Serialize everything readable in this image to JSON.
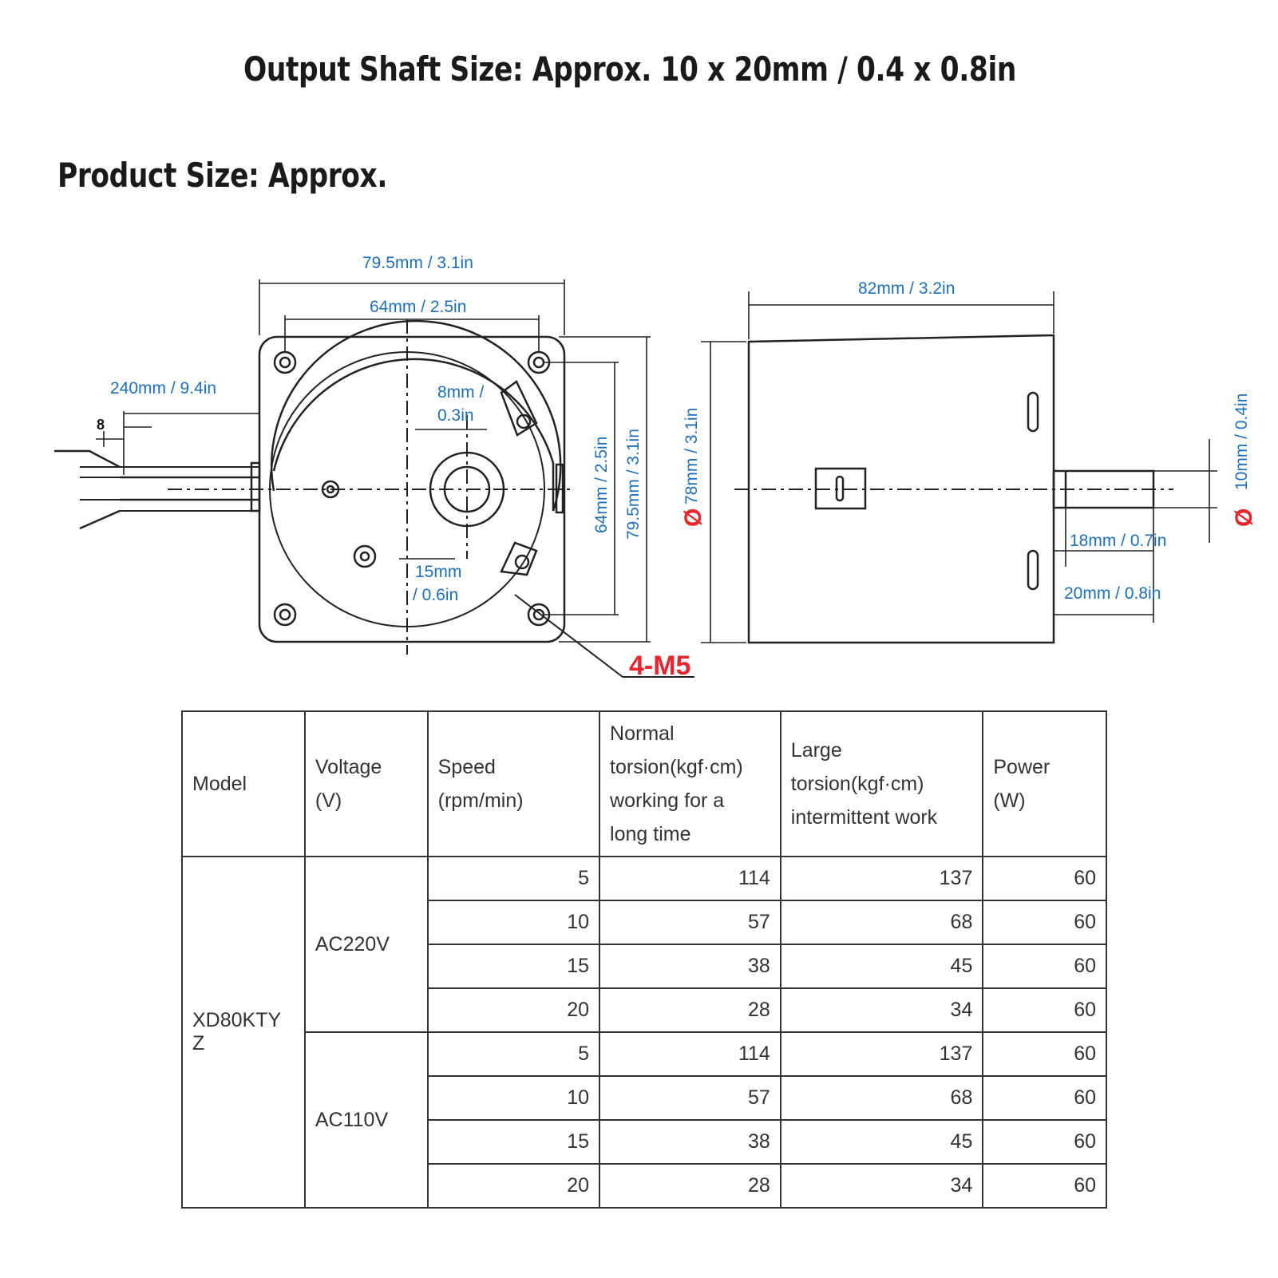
{
  "titles": {
    "shaft": "Output Shaft Size: Approx. 10 x 20mm / 0.4 x 0.8in",
    "product": "Product Size: Approx."
  },
  "front_view": {
    "width_outer": "79.5mm / 3.1in",
    "hole_spacing": "64mm / 2.5in",
    "lead_length": "240mm / 9.4in",
    "lead_strip": "8",
    "shaft_offset": [
      "8mm /",
      "0.3in"
    ],
    "boss_offset": [
      "15mm",
      "/ 0.6in"
    ],
    "height_inner": "64mm / 2.5in",
    "height_outer": "79.5mm / 3.1in",
    "screw_label": "4-M5"
  },
  "side_view": {
    "length": "82mm / 3.2in",
    "diameter": "78mm / 3.1in",
    "diameter_symbol": "Ø",
    "shaft_diameter": "10mm / 0.4in",
    "shaft_key_length": "18mm / 0.7in",
    "shaft_length": "20mm / 0.8in"
  },
  "table": {
    "headers": [
      [
        "Model"
      ],
      [
        "Voltage",
        "(V)"
      ],
      [
        "Speed",
        "(rpm/min)"
      ],
      [
        "Normal",
        "torsion(kgf·cm)",
        "working for a",
        "long time"
      ],
      [
        "Large",
        "torsion(kgf·cm)",
        "intermittent work"
      ],
      [
        "Power",
        "(W)"
      ]
    ],
    "model": [
      "XD80KTY",
      "Z"
    ],
    "groups": [
      {
        "voltage": "AC220V",
        "rows": [
          {
            "speed": "5",
            "normal": "114",
            "large": "137",
            "power": "60"
          },
          {
            "speed": "10",
            "normal": "57",
            "large": "68",
            "power": "60"
          },
          {
            "speed": "15",
            "normal": "38",
            "large": "45",
            "power": "60"
          },
          {
            "speed": "20",
            "normal": "28",
            "large": "34",
            "power": "60"
          }
        ]
      },
      {
        "voltage": "AC110V",
        "rows": [
          {
            "speed": "5",
            "normal": "114",
            "large": "137",
            "power": "60"
          },
          {
            "speed": "10",
            "normal": "57",
            "large": "68",
            "power": "60"
          },
          {
            "speed": "15",
            "normal": "38",
            "large": "45",
            "power": "60"
          },
          {
            "speed": "20",
            "normal": "28",
            "large": "34",
            "power": "60"
          }
        ]
      }
    ]
  },
  "colors": {
    "dimension_text": "#1f6fb8",
    "highlight": "#e8262d",
    "line": "#222222"
  }
}
